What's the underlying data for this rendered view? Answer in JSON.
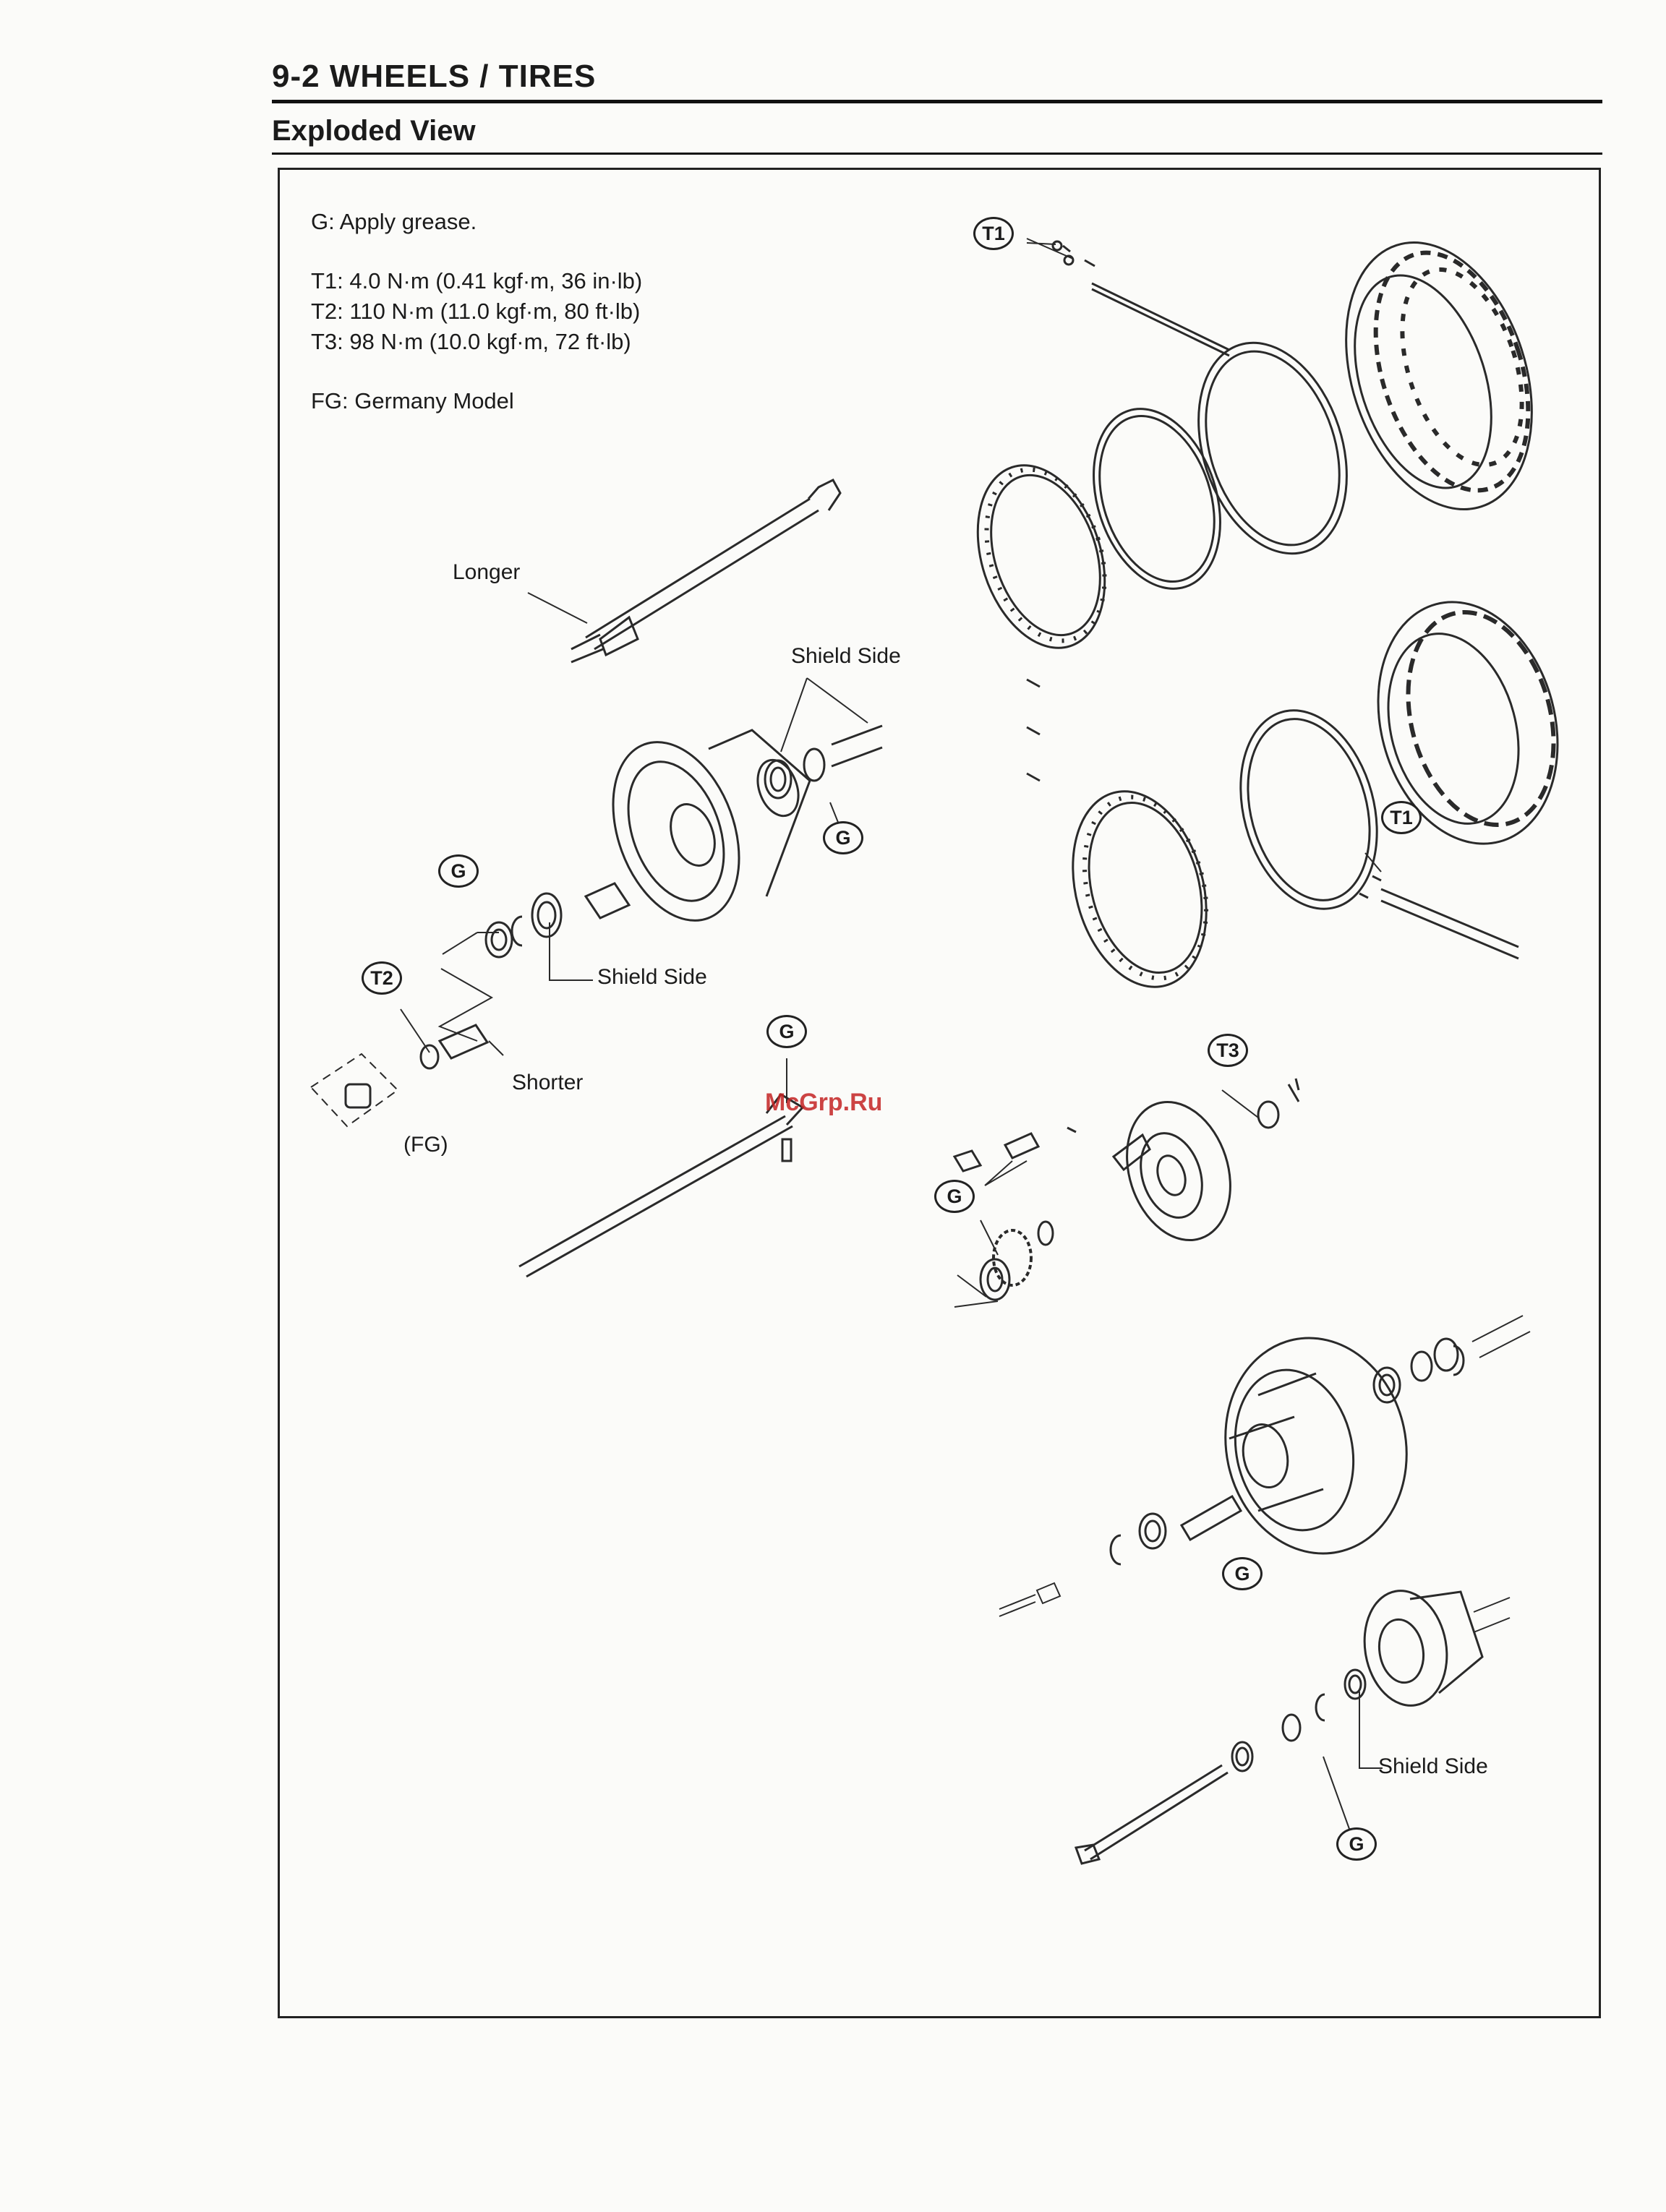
{
  "header": {
    "section": "9-2  WHEELS / TIRES",
    "subsection": "Exploded View"
  },
  "legend": {
    "grease": "G: Apply grease.",
    "t1": "T1: 4.0 N·m (0.41 kgf·m, 36 in·lb)",
    "t2": "T2: 110 N·m (11.0 kgf·m, 80 ft·lb)",
    "t3": "T3: 98 N·m (10.0 kgf·m, 72 ft·lb)",
    "fg": "FG: Germany Model"
  },
  "labels": {
    "longer": "Longer",
    "shield_side_1": "Shield Side",
    "shield_side_2": "Shield Side",
    "shorter": "Shorter",
    "fg_callout": "(FG)",
    "shield_side_3": "Shield Side"
  },
  "badges": {
    "t1_top": "T1",
    "t1_right": "T1",
    "t2": "T2",
    "t3": "T3",
    "g": "G"
  },
  "watermark": "McGrp.Ru"
}
